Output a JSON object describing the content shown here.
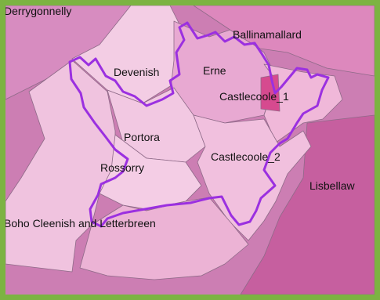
{
  "map": {
    "colors": {
      "frame": "#7cb342",
      "background": "#cc7eb3",
      "outline": "#9b30e0",
      "border": "#8e6a88",
      "label": "#111111",
      "ward_light": "#f2c2e0",
      "ward_mid": "#e8a3cf",
      "ward_dark": "#d96aab",
      "ward_highlight": "#d64a8f"
    },
    "labels": {
      "derrygonnelly": "Derrygonnelly",
      "ballinamallard": "Ballinamallard",
      "devenish": "Devenish",
      "erne": "Erne",
      "castlecoole_1": "Castlecoole_1",
      "portora": "Portora",
      "castlecoole_2": "Castlecoole_2",
      "rossorry": "Rossorry",
      "lisbellaw": "Lisbellaw",
      "boho": "Boho Cleenish and Letterbreen"
    }
  }
}
